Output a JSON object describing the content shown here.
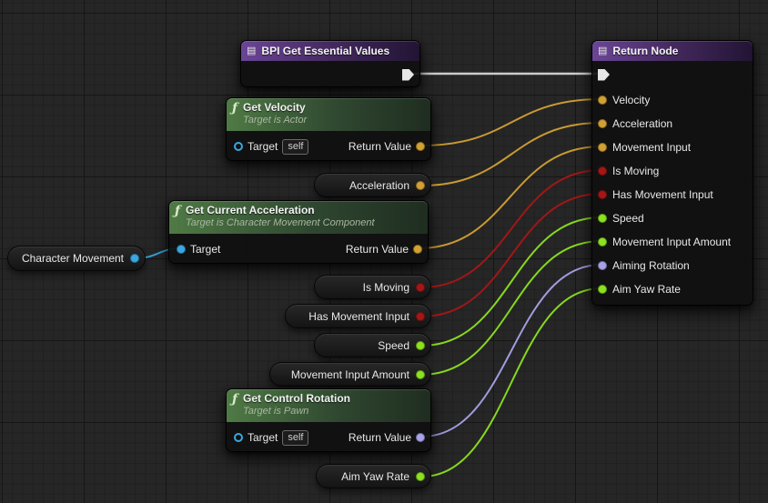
{
  "canvas": {
    "background": "#262626"
  },
  "palette": {
    "exec_wire": "#d6d6d6",
    "vector_pin": "#d2a133",
    "bool_pin": "#a61616",
    "float_pin": "#8ce21e",
    "object_pin": "#3aa7e0",
    "rotator_pin": "#a8a2e8",
    "function_header_green": "#4f7a45",
    "interface_header_purple": "#6b4596"
  },
  "icons": {
    "function": "ƒ",
    "node_grid": "▤"
  },
  "nodes": {
    "bpi_get_essential_values": {
      "title": "BPI Get Essential Values"
    },
    "return_node": {
      "title": "Return Node",
      "pins": [
        {
          "label": "Velocity",
          "type": "vector"
        },
        {
          "label": "Acceleration",
          "type": "vector"
        },
        {
          "label": "Movement Input",
          "type": "vector"
        },
        {
          "label": "Is Moving",
          "type": "bool"
        },
        {
          "label": "Has Movement Input",
          "type": "bool"
        },
        {
          "label": "Speed",
          "type": "float"
        },
        {
          "label": "Movement Input Amount",
          "type": "float"
        },
        {
          "label": "Aiming Rotation",
          "type": "rotator"
        },
        {
          "label": "Aim Yaw Rate",
          "type": "float"
        }
      ]
    },
    "get_velocity": {
      "title": "Get Velocity",
      "subtitle": "Target is Actor",
      "target_label": "Target",
      "self_value": "self",
      "return_label": "Return Value"
    },
    "get_current_acceleration": {
      "title": "Get Current Acceleration",
      "subtitle": "Target is Character Movement Component",
      "target_label": "Target",
      "return_label": "Return Value"
    },
    "get_control_rotation": {
      "title": "Get Control Rotation",
      "subtitle": "Target is Pawn",
      "target_label": "Target",
      "self_value": "self",
      "return_label": "Return Value"
    },
    "variables": {
      "character_movement": "Character Movement",
      "acceleration": "Acceleration",
      "is_moving": "Is Moving",
      "has_movement_input": "Has Movement Input",
      "speed": "Speed",
      "movement_input_amount": "Movement Input Amount",
      "aim_yaw_rate": "Aim Yaw Rate"
    }
  }
}
